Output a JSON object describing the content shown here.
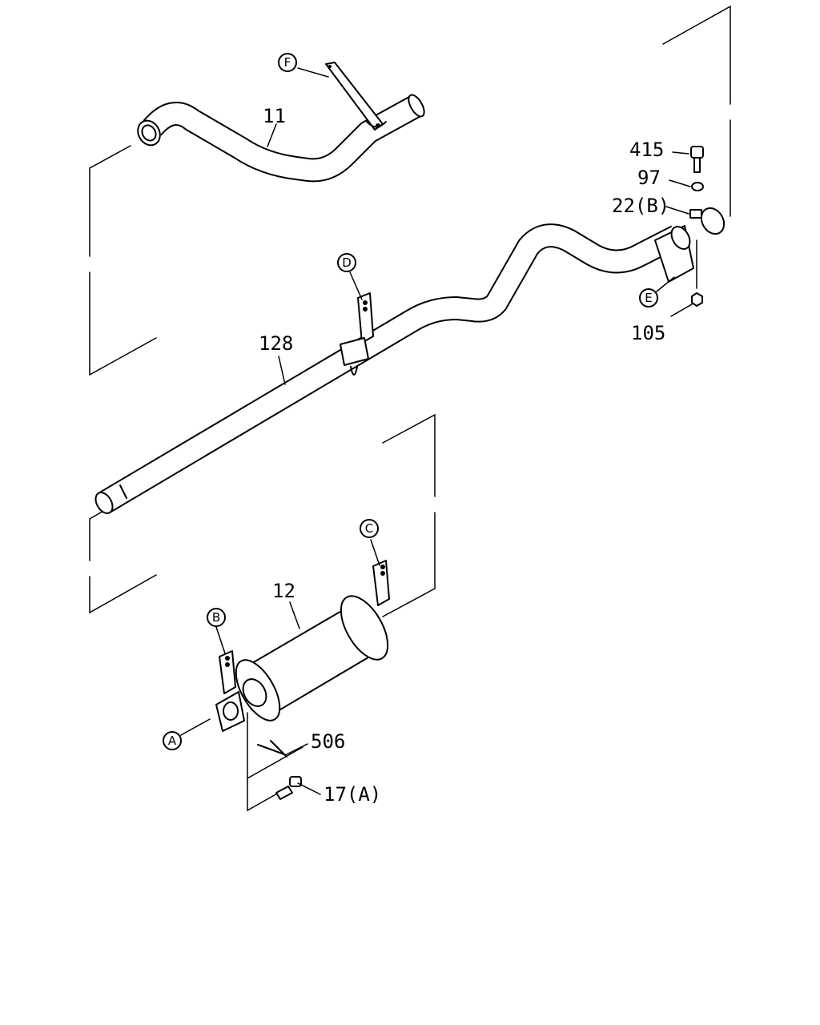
{
  "callouts": {
    "p11": "11",
    "p128": "128",
    "p12": "12",
    "p415": "415",
    "p97": "97",
    "p22b": "22(B)",
    "p105": "105",
    "p506": "506",
    "p17a": "17(A)"
  },
  "refs": {
    "A": "A",
    "B": "B",
    "C": "C",
    "D": "D",
    "E": "E",
    "F": "F"
  }
}
